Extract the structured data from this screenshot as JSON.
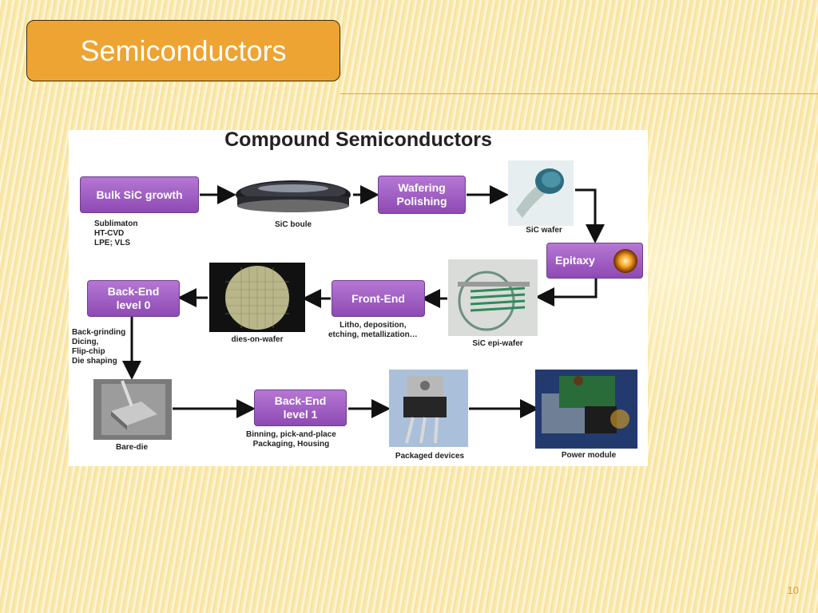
{
  "slide": {
    "title": "Semiconductors",
    "page_number": "10"
  },
  "figure": {
    "title": "Compound Semiconductors",
    "boxes": {
      "bulk": "Bulk SiC growth",
      "wafering": "Wafering\nPolishing",
      "epitaxy": "Epitaxy",
      "frontend": "Front-End",
      "backend0": "Back-End\nlevel 0",
      "backend1": "Back-End\nlevel 1"
    },
    "notes": {
      "bulk": "Sublimaton\nHT-CVD\nLPE; VLS",
      "frontend": "Litho, deposition,\netching, metallization…",
      "backend0": "Back-grinding\nDicing,\nFlip-chip\nDie shaping",
      "backend1": "Binning, pick-and-place\nPackaging, Housing"
    },
    "captions": {
      "boule": "SiC boule",
      "wafer": "SiC wafer",
      "epiwafer": "SiC epi-wafer",
      "dies": "dies-on-wafer",
      "baredie": "Bare-die",
      "packaged": "Packaged devices",
      "module": "Power module"
    }
  },
  "colors": {
    "title_box": "#eea432",
    "process_box": "#9b56c0",
    "accent_rule": "#e4a43a"
  }
}
